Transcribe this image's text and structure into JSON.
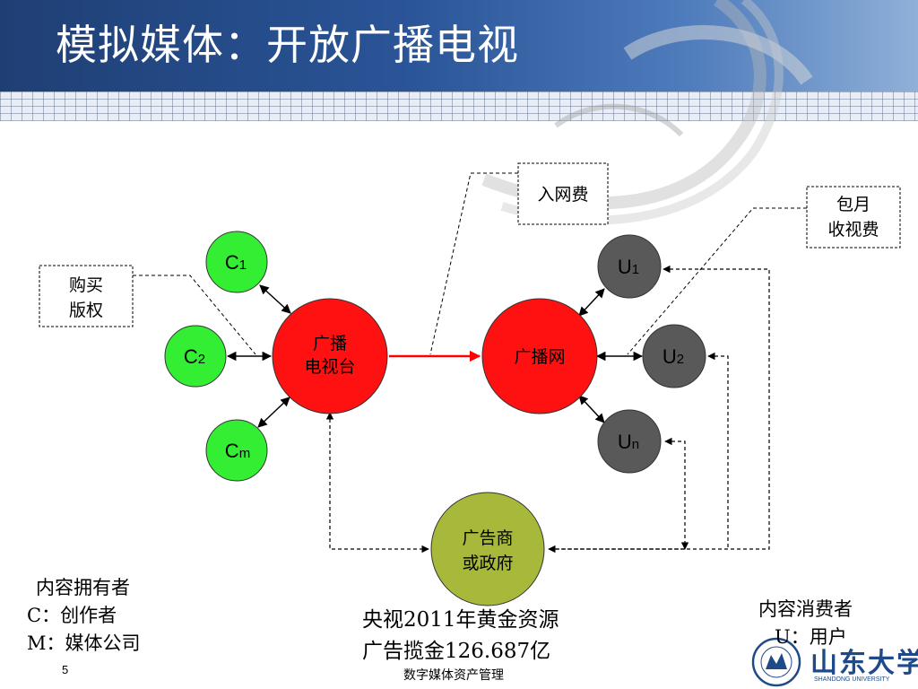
{
  "slide": {
    "title": "模拟媒体：开放广播电视",
    "page_number": "5",
    "footer": "数字媒体资产管理"
  },
  "nodes": {
    "c1": {
      "label": "C",
      "sub": "1"
    },
    "c2": {
      "label": "C",
      "sub": "2"
    },
    "cm": {
      "label": "C",
      "sub": "m"
    },
    "station": {
      "line1": "广播",
      "line2": "电视台"
    },
    "network": {
      "label": "广播网"
    },
    "u1": {
      "label": "U",
      "sub": "1"
    },
    "u2": {
      "label": "U",
      "sub": "2"
    },
    "un": {
      "label": "U",
      "sub": "n"
    },
    "advertiser": {
      "line1": "广告商",
      "line2": "或政府"
    }
  },
  "callouts": {
    "buy_copyright": {
      "line1": "购买",
      "line2": "版权"
    },
    "access_fee": {
      "label": "入网费"
    },
    "monthly_fee": {
      "line1": "包月",
      "line2": "收视费"
    }
  },
  "notes": {
    "owner_title": "内容拥有者",
    "owner_c": "C：创作者",
    "owner_m": "M：媒体公司",
    "consumer_title": "内容消费者",
    "consumer_u": "U：用户",
    "ad_line1": "央视2011年黄金资源",
    "ad_line2": "广告揽金126.687亿"
  },
  "logo": {
    "name_cn": "山东大学",
    "name_en": "SHANDONG UNIVERSITY"
  },
  "colors": {
    "header_blue": "#2a5598",
    "creator_green": "#33ee33",
    "hub_red": "#ff1111",
    "user_gray": "#595959",
    "advertiser_olive": "#a8b83a"
  }
}
